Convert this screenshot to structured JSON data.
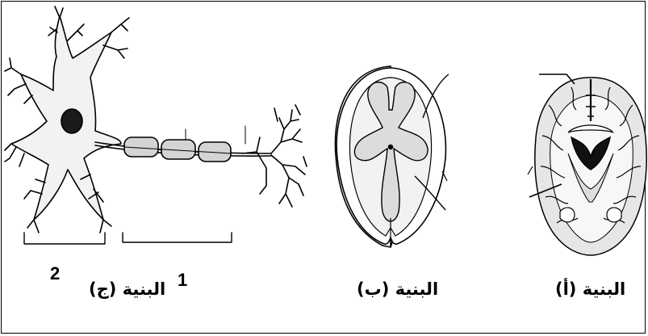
{
  "labels": {
    "structure_a": "البنية (أ)",
    "structure_b": "البنية (ب)",
    "structure_c": "البنية (ج)",
    "num_1": "1",
    "num_2": "2"
  },
  "colors": {
    "stroke": "#000000",
    "tissue_fill": "#e6e6e6",
    "light_fill": "#f2f2f2",
    "myelin_fill": "#d4d4d4",
    "nucleus_fill": "#1a1a1a"
  }
}
